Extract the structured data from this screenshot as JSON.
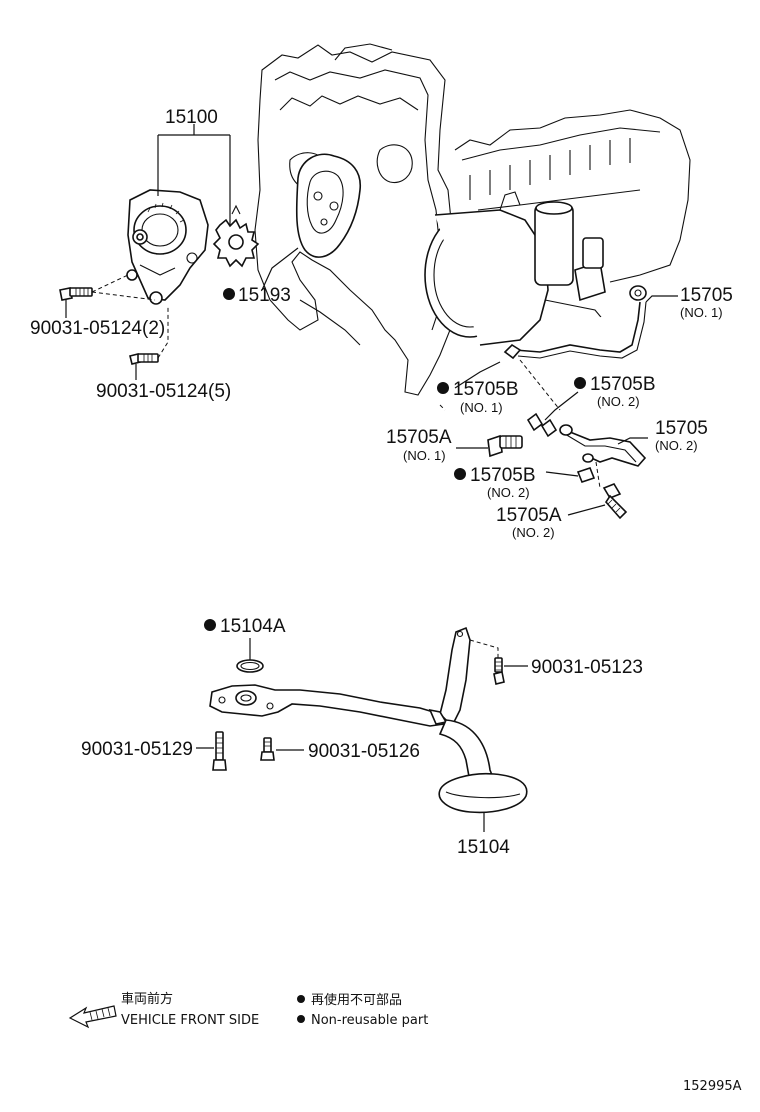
{
  "labels": {
    "p15100": "15100",
    "p15193": "15193",
    "p90031_05124_2": "90031-05124(2)",
    "p90031_05124_5": "90031-05124(5)",
    "p15705_no1": "15705",
    "p15705_no1_sub": "(NO. 1)",
    "p15705b_no1": "15705B",
    "p15705b_no1_sub": "(NO. 1)",
    "p15705b_no2_top": "15705B",
    "p15705b_no2_top_sub": "(NO. 2)",
    "p15705a_no1": "15705A",
    "p15705a_no1_sub": "(NO. 1)",
    "p15705_no2": "15705",
    "p15705_no2_sub": "(NO. 2)",
    "p15705b_no2": "15705B",
    "p15705b_no2_sub": "(NO. 2)",
    "p15705a_no2": "15705A",
    "p15705a_no2_sub": "(NO. 2)",
    "p15104a": "15104A",
    "p90031_05123": "90031-05123",
    "p90031_05129": "90031-05129",
    "p90031_05126": "90031-05126",
    "p15104": "15104"
  },
  "legend": {
    "front_jp": "車両前方",
    "front_en": "VEHICLE FRONT SIDE",
    "nonreuse_jp": "再使用不可部品",
    "nonreuse_en": "Non-reusable part"
  },
  "diagram_id": "152995A"
}
